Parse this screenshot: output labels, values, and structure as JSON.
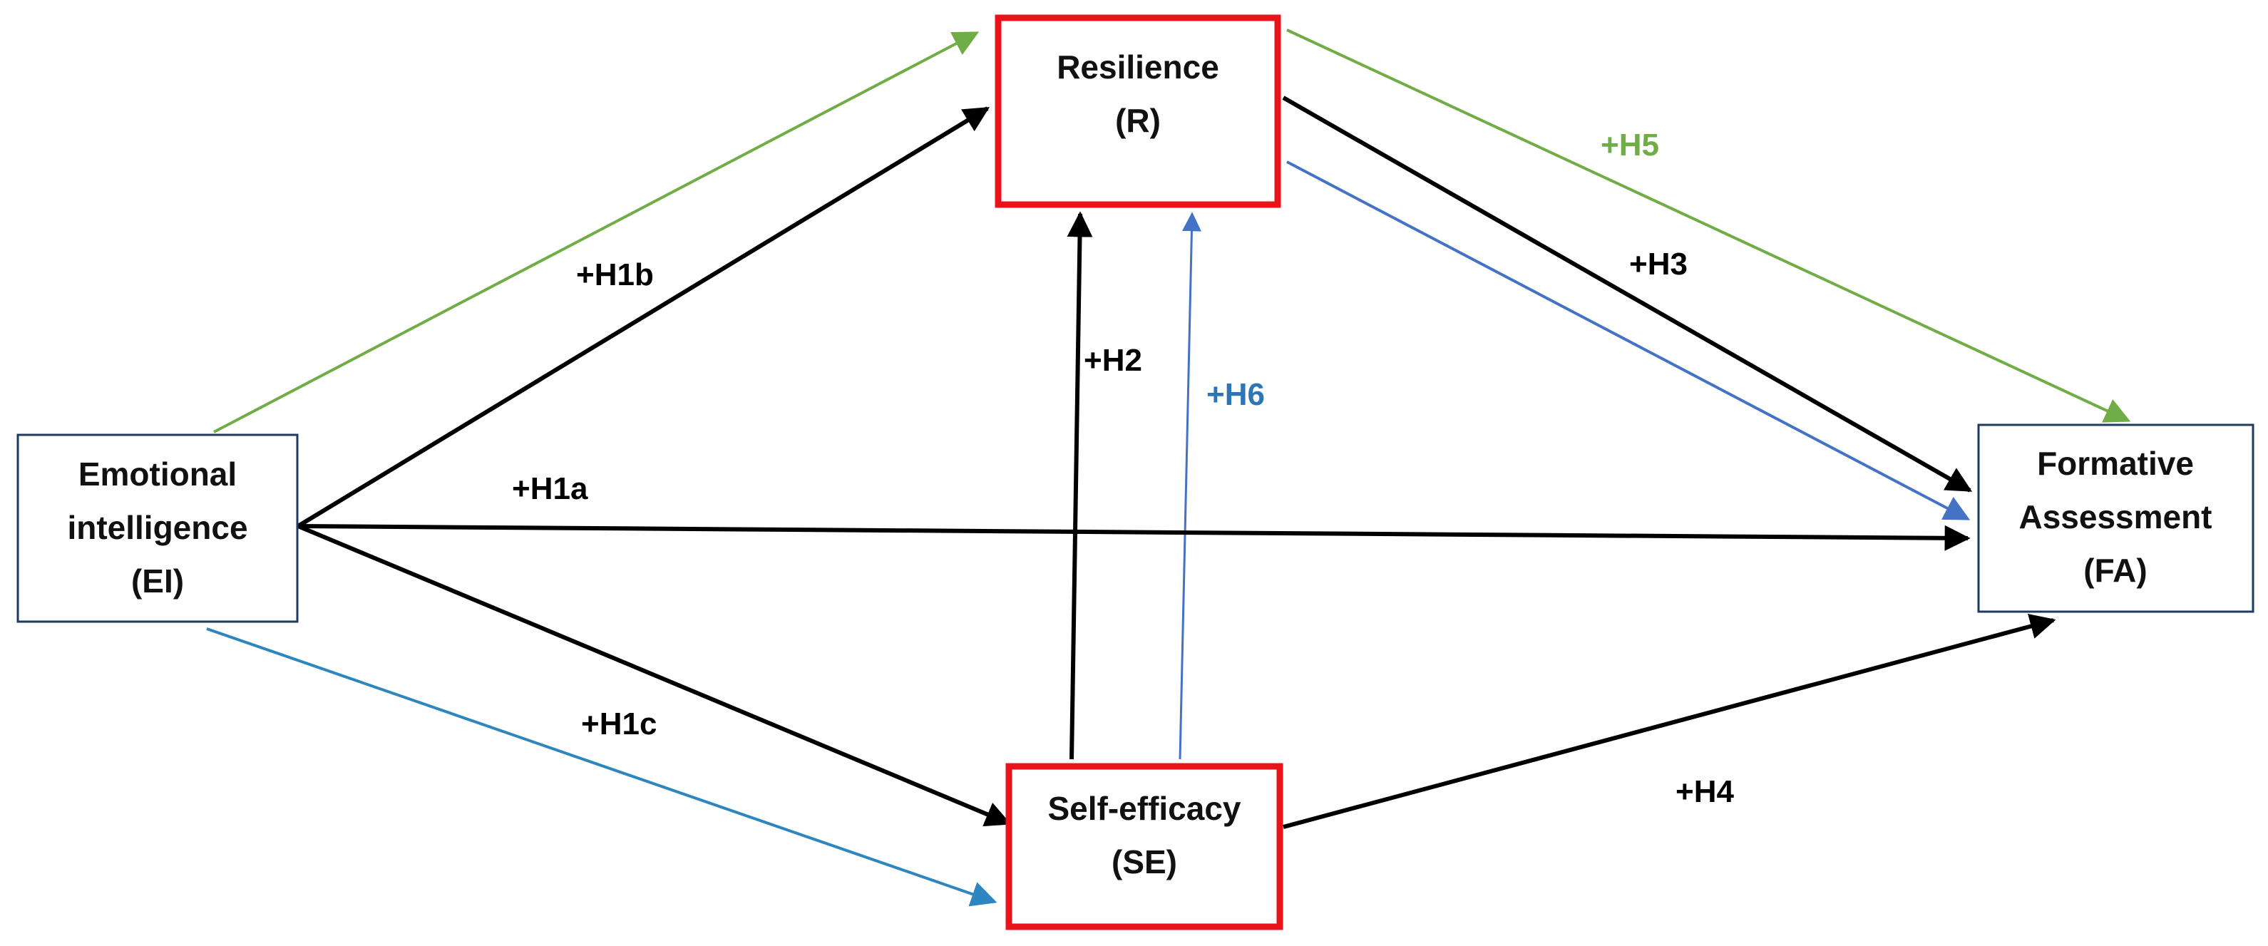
{
  "colors": {
    "black": "#000000",
    "green": "#70ad47",
    "blue": "#4472c4",
    "cyan_blue": "#2e86c1",
    "h6_label": "#2e75b6",
    "highlight_border": "#e8141a",
    "node_border": "#1f3a5f"
  },
  "nodes": {
    "ei": {
      "line1": "Emotional",
      "line2": "intelligence",
      "line3": "(EI)"
    },
    "r": {
      "line1": "Resilience",
      "line2": "(R)"
    },
    "se": {
      "line1": "Self-efficacy",
      "line2": "(SE)"
    },
    "fa": {
      "line1": "Formative",
      "line2": "Assessment",
      "line3": "(FA)"
    }
  },
  "edges": {
    "h1a": {
      "label": "+H1a",
      "from": "EI",
      "to": "FA"
    },
    "h1b": {
      "label": "+H1b",
      "from": "EI",
      "to": "R"
    },
    "h1c": {
      "label": "+H1c",
      "from": "EI",
      "to": "SE"
    },
    "h2": {
      "label": "+H2",
      "from": "SE",
      "to": "R"
    },
    "h3": {
      "label": "+H3",
      "from": "R",
      "to": "FA"
    },
    "h4": {
      "label": "+H4",
      "from": "SE",
      "to": "FA"
    },
    "h5": {
      "label": "+H5",
      "from": "EI",
      "to": "FA",
      "via": "R"
    },
    "h6": {
      "label": "+H6",
      "from": "EI",
      "to": "FA",
      "via": "SE"
    }
  }
}
